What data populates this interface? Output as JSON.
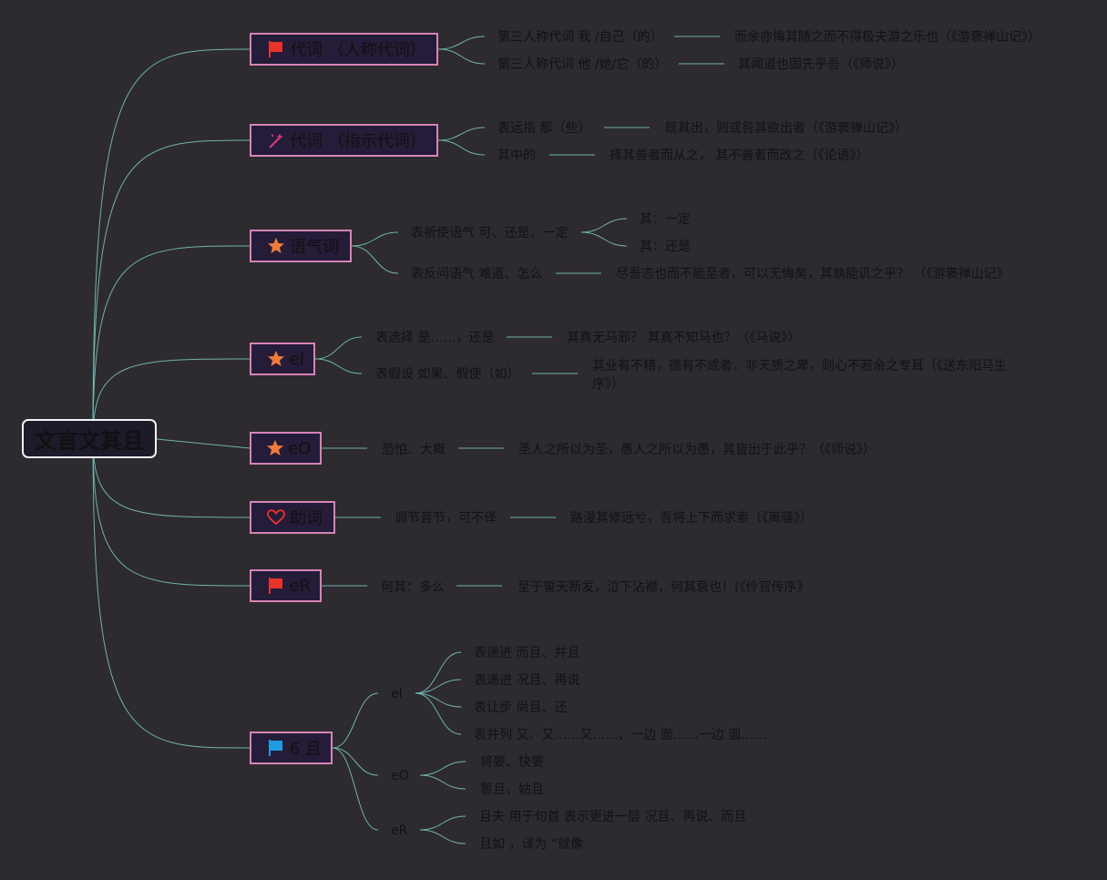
{
  "root": "文言文其且",
  "colors": {
    "background": "#2d2a30",
    "link": "#6fb3ad",
    "topic_border": "#d784b5",
    "topic_fill": "#241c38",
    "root_border": "#f2f2f2",
    "text": "#121212"
  },
  "topics": [
    {
      "icon": "red-flag-icon",
      "label": "代词 （人称代词）"
    },
    {
      "icon": "magic-wand-icon",
      "label": "代词 （指示代词）"
    },
    {
      "icon": "orange-star-icon",
      "label": "语气词"
    },
    {
      "icon": "orange-star-icon",
      "label": "eI"
    },
    {
      "icon": "orange-star-icon",
      "label": "eO"
    },
    {
      "icon": "red-heart-icon",
      "label": "助词"
    },
    {
      "icon": "red-flag-icon",
      "label": "eR"
    },
    {
      "icon": "blue-flag-icon",
      "label": "6 且"
    }
  ],
  "t1": {
    "a": "第三人称代词 我 /自己（的）",
    "a_ex": "而余亦悔其随之而不得极夫游之乐也（《游褒禅山记》）",
    "b": "第三人称代词 他 /她/它（的）",
    "b_ex": "其闻道也固先乎吾（《师说》）"
  },
  "t2": {
    "a": "表远指 那（些）",
    "a_ex": "既其出，则或咎其欲出者（《游褒禅山记》）",
    "b": "其中的",
    "b_ex": "择其善者而从之， 其不善者而改之（《论语》）"
  },
  "t3": {
    "a": "表祈使语气 可、还是、一定",
    "a1": "其：一定",
    "a2": "其：还是",
    "b": "表反问语气 难道、怎么",
    "b_ex": "尽吾志也而不能至者，可以无悔矣，其孰能讥之乎？ （《游褒禅山记》"
  },
  "t4": {
    "a": "表选择 是……，还是",
    "a_ex": "其真无马邪？ 其真不知马也？（《马说》）",
    "b": "表假设 如果、假使（如）",
    "b_ex": "其业有不精，德有不成者，非天质之卑，则心不若余之专耳（《送东阳马生序》）"
  },
  "t5": {
    "a": "恐怕、大概",
    "a_ex": "圣人之所以为圣，愚人之所以为愚，其皆出于此乎？（《师说》）"
  },
  "t6": {
    "a": "调节音节，可不译",
    "a_ex": "路漫其修远兮，吾将上下而求索（《离骚》）"
  },
  "t7": {
    "a": "何其：多么",
    "a_ex": "至于誓天断发，泣下沾襟，何其衰也！(《伶官传序》"
  },
  "t8": {
    "g1": "eI",
    "g1_items": [
      "表递进 而且、并且",
      "表递进 况且、再说",
      "表让步 尚且、还",
      "表并列 又、又……又……、一边 面……一边 面……"
    ],
    "g2": "eO",
    "g2_items": [
      "将要、快要",
      "暂且、姑且"
    ],
    "g3": "eR",
    "g3_items": [
      "且夫 用于句首 表示更进一层 况且、再说、而且",
      "且如 ，译为 “就像"
    ]
  }
}
